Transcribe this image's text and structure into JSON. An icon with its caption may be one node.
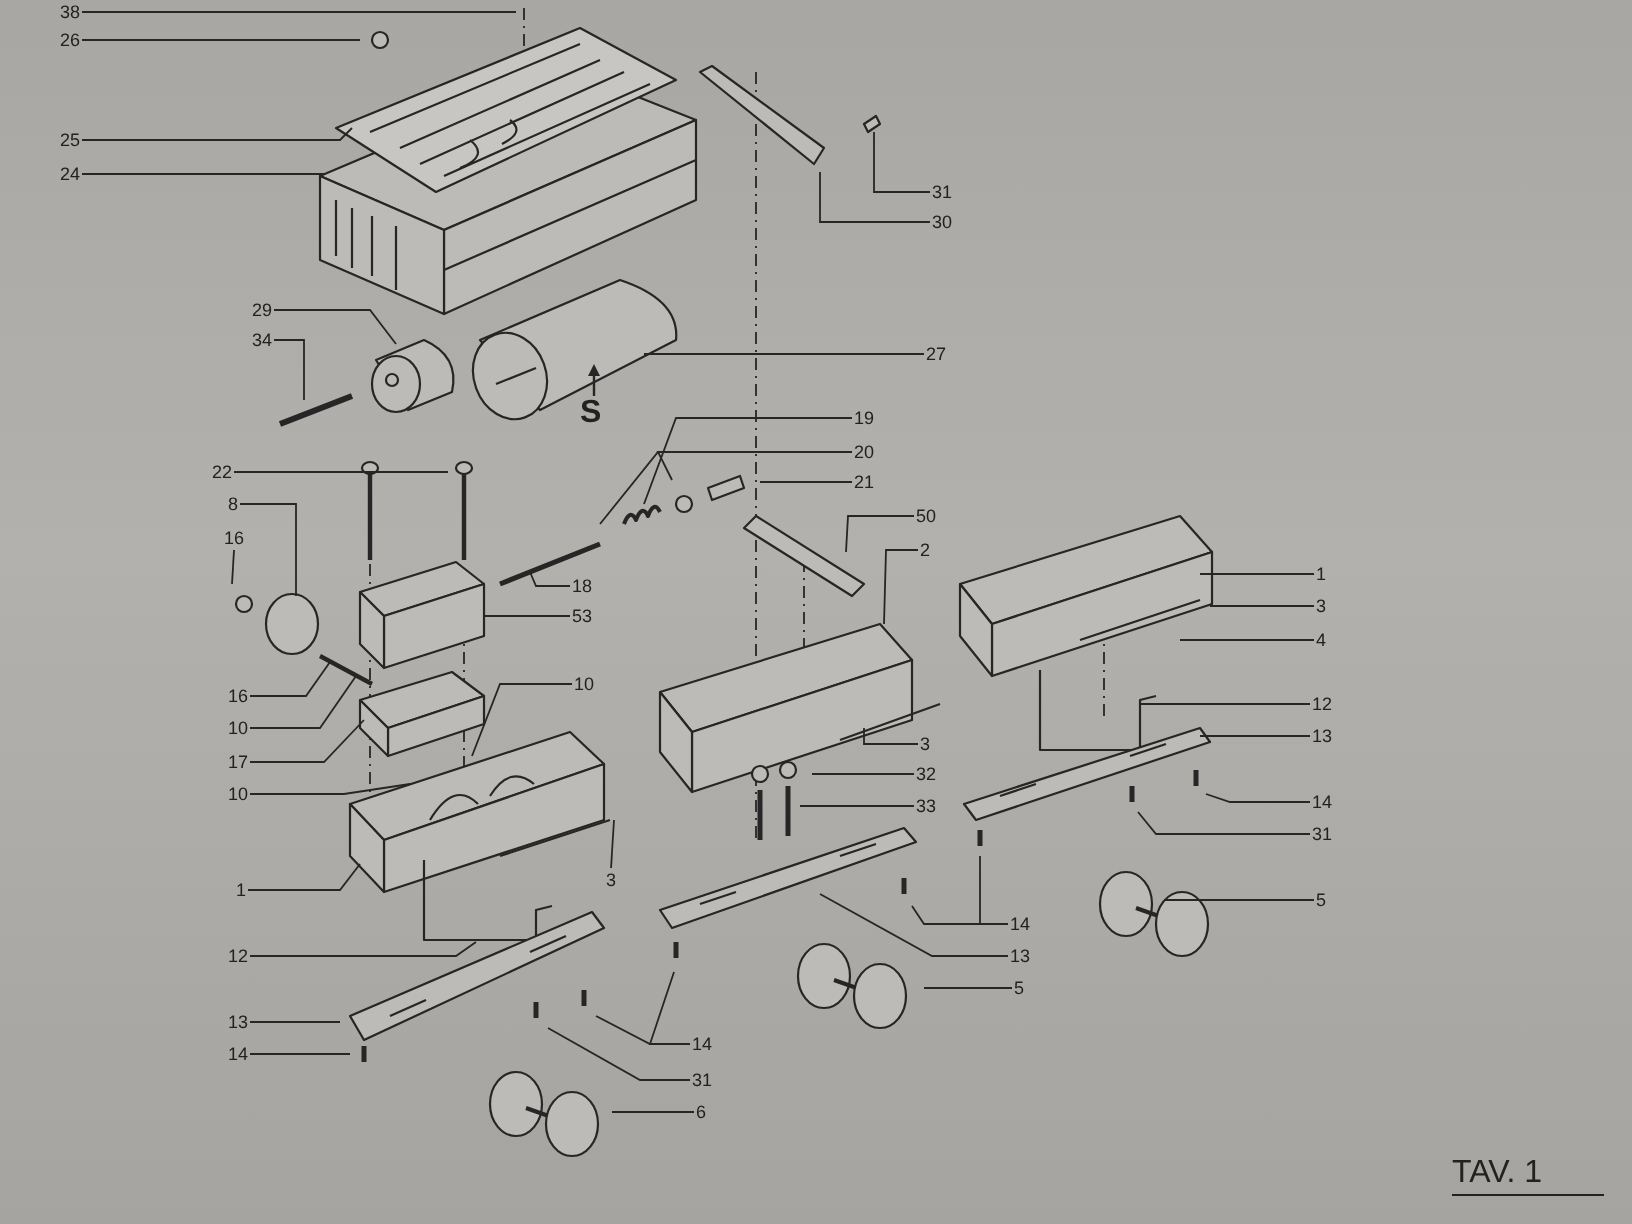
{
  "diagram": {
    "nodes": [
      {
        "text": [
          "38"
        ]
      },
      {
        "text": [
          "26"
        ]
      },
      {
        "text": [
          "25"
        ]
      },
      {
        "text": [
          "24"
        ]
      },
      {
        "text": [
          "31"
        ]
      },
      {
        "text": [
          "30"
        ]
      },
      {
        "text": [
          "29"
        ]
      },
      {
        "text": [
          "34"
        ]
      },
      {
        "text": [
          "27"
        ]
      },
      {
        "text": [
          "19"
        ]
      },
      {
        "text": [
          "20"
        ]
      },
      {
        "text": [
          "21"
        ]
      },
      {
        "text": [
          "22"
        ]
      },
      {
        "text": [
          "8"
        ]
      },
      {
        "text": [
          "16"
        ]
      },
      {
        "text": [
          "18"
        ]
      },
      {
        "text": [
          "50"
        ]
      },
      {
        "text": [
          "2"
        ]
      },
      {
        "text": [
          "53"
        ]
      },
      {
        "text": [
          "16"
        ]
      },
      {
        "text": [
          "10"
        ]
      },
      {
        "text": [
          "17"
        ]
      },
      {
        "text": [
          "10"
        ]
      },
      {
        "text": [
          "10"
        ]
      },
      {
        "text": [
          "1"
        ]
      },
      {
        "text": [
          "3"
        ]
      },
      {
        "text": [
          "12"
        ]
      },
      {
        "text": [
          "13"
        ]
      },
      {
        "text": [
          "14"
        ]
      },
      {
        "text": [
          "14"
        ]
      },
      {
        "text": [
          "31"
        ]
      },
      {
        "text": [
          "6"
        ]
      },
      {
        "text": [
          "3"
        ]
      },
      {
        "text": [
          "32"
        ]
      },
      {
        "text": [
          "33"
        ]
      },
      {
        "text": [
          "14"
        ]
      },
      {
        "text": [
          "13"
        ]
      },
      {
        "text": [
          "5"
        ]
      },
      {
        "text": [
          "1"
        ]
      },
      {
        "text": [
          "3"
        ]
      },
      {
        "text": [
          "4"
        ]
      },
      {
        "text": [
          "12"
        ]
      },
      {
        "text": [
          "13"
        ]
      },
      {
        "text": [
          "14"
        ]
      },
      {
        "text": [
          "31"
        ]
      },
      {
        "text": [
          "5"
        ]
      }
    ],
    "edges": [
      {
        "from": 0,
        "to": null,
        "arrow": "none"
      },
      {
        "from": 1,
        "to": null,
        "arrow": "none"
      },
      {
        "from": 2,
        "to": null,
        "arrow": "none"
      },
      {
        "from": 3,
        "to": null,
        "arrow": "none"
      },
      {
        "from": 4,
        "to": null,
        "arrow": "none"
      },
      {
        "from": 5,
        "to": null,
        "arrow": "none"
      },
      {
        "from": 6,
        "to": null,
        "arrow": "none"
      },
      {
        "from": 7,
        "to": null,
        "arrow": "none"
      },
      {
        "from": 8,
        "to": null,
        "arrow": "none"
      },
      {
        "from": 9,
        "to": null,
        "arrow": "none"
      },
      {
        "from": 10,
        "to": null,
        "arrow": "none"
      },
      {
        "from": 10,
        "to": null,
        "arrow": "none"
      },
      {
        "from": 11,
        "to": null,
        "arrow": "none"
      },
      {
        "from": 12,
        "to": null,
        "arrow": "none"
      },
      {
        "from": 13,
        "to": null,
        "arrow": "none"
      },
      {
        "from": 14,
        "to": null,
        "arrow": "none"
      },
      {
        "from": 15,
        "to": null,
        "arrow": "none"
      },
      {
        "from": 16,
        "to": null,
        "arrow": "none"
      },
      {
        "from": 17,
        "to": null,
        "arrow": "none"
      },
      {
        "from": 18,
        "to": null,
        "arrow": "none"
      },
      {
        "from": 19,
        "to": null,
        "arrow": "none"
      },
      {
        "from": 20,
        "to": null,
        "arrow": "none"
      },
      {
        "from": 21,
        "to": null,
        "arrow": "none"
      },
      {
        "from": 22,
        "to": null,
        "arrow": "none"
      },
      {
        "from": 23,
        "to": null,
        "arrow": "none"
      },
      {
        "from": 24,
        "to": null,
        "arrow": "none"
      },
      {
        "from": 25,
        "to": null,
        "arrow": "none"
      },
      {
        "from": 26,
        "to": null,
        "arrow": "none"
      },
      {
        "from": 27,
        "to": null,
        "arrow": "none"
      },
      {
        "from": 28,
        "to": null,
        "arrow": "none"
      },
      {
        "from": 29,
        "to": null,
        "arrow": "none"
      },
      {
        "from": 29,
        "to": null,
        "arrow": "none"
      },
      {
        "from": 30,
        "to": null,
        "arrow": "none"
      },
      {
        "from": 31,
        "to": null,
        "arrow": "none"
      },
      {
        "from": 32,
        "to": null,
        "arrow": "none"
      },
      {
        "from": 33,
        "to": null,
        "arrow": "none"
      },
      {
        "from": 34,
        "to": null,
        "arrow": "none"
      },
      {
        "from": 35,
        "to": null,
        "arrow": "none"
      },
      {
        "from": 35,
        "to": null,
        "arrow": "none"
      },
      {
        "from": 36,
        "to": null,
        "arrow": "none"
      },
      {
        "from": 37,
        "to": null,
        "arrow": "none"
      },
      {
        "from": 38,
        "to": null,
        "arrow": "none"
      },
      {
        "from": 39,
        "to": null,
        "arrow": "none"
      },
      {
        "from": 40,
        "to": null,
        "arrow": "none"
      },
      {
        "from": 41,
        "to": null,
        "arrow": "none"
      },
      {
        "from": 42,
        "to": null,
        "arrow": "none"
      },
      {
        "from": 43,
        "to": null,
        "arrow": "none"
      },
      {
        "from": 44,
        "to": null,
        "arrow": "none"
      },
      {
        "from": 45,
        "to": null,
        "arrow": "none"
      }
    ],
    "labels": [
      "S",
      "TAV. 1"
    ]
  }
}
